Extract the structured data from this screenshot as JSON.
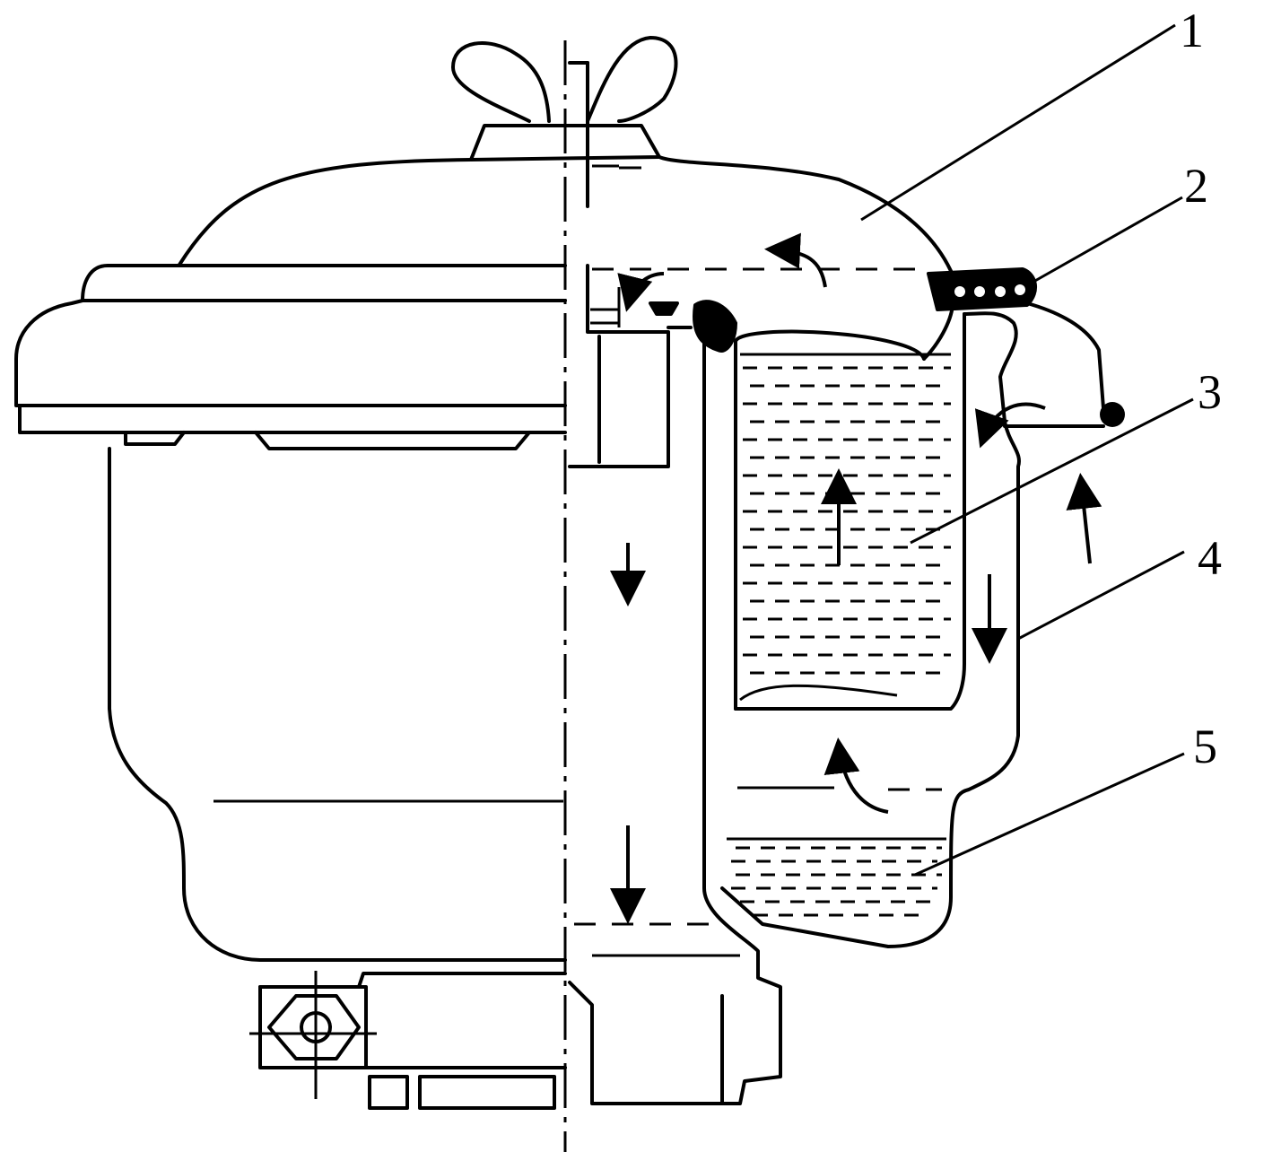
{
  "diagram": {
    "labels": [
      {
        "id": "1",
        "text": "1"
      },
      {
        "id": "2",
        "text": "2"
      },
      {
        "id": "3",
        "text": "3"
      },
      {
        "id": "4",
        "text": "4"
      },
      {
        "id": "5",
        "text": "5"
      }
    ],
    "line_color": "#000000",
    "background": "#ffffff"
  }
}
